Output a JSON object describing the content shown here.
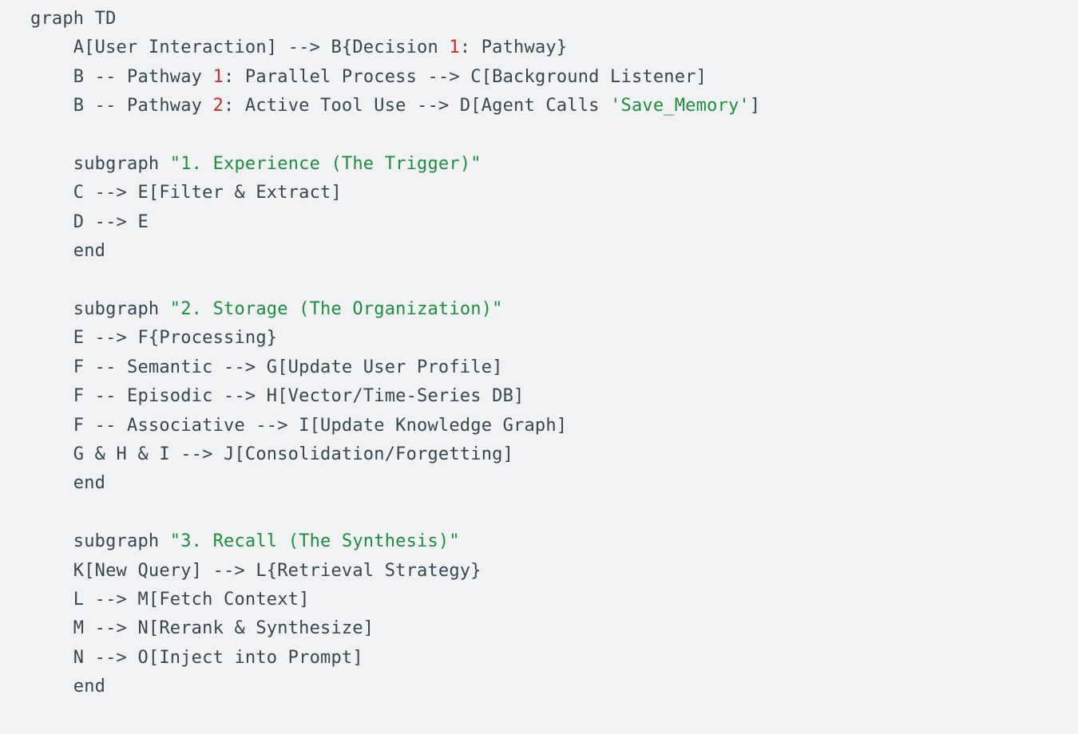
{
  "code": {
    "language": "mermaid",
    "colors": {
      "background": "#f0f2f4",
      "plain": "#37474f",
      "number": "#c5302b",
      "string": "#1e8e3e"
    },
    "lines": [
      [
        {
          "t": "graph TD",
          "s": "plain"
        }
      ],
      [
        {
          "t": "    A[User Interaction] --> B{Decision ",
          "s": "plain"
        },
        {
          "t": "1",
          "s": "number"
        },
        {
          "t": ": Pathway}",
          "s": "plain"
        }
      ],
      [
        {
          "t": "    B -- Pathway ",
          "s": "plain"
        },
        {
          "t": "1",
          "s": "number"
        },
        {
          "t": ": Parallel Process --> C[Background Listener]",
          "s": "plain"
        }
      ],
      [
        {
          "t": "    B -- Pathway ",
          "s": "plain"
        },
        {
          "t": "2",
          "s": "number"
        },
        {
          "t": ": Active Tool Use --> D[Agent Calls ",
          "s": "plain"
        },
        {
          "t": "'Save_Memory'",
          "s": "string"
        },
        {
          "t": "]",
          "s": "plain"
        }
      ],
      [],
      [
        {
          "t": "    subgraph ",
          "s": "plain"
        },
        {
          "t": "\"1. Experience (The Trigger)\"",
          "s": "string"
        }
      ],
      [
        {
          "t": "    C --> E[Filter & Extract]",
          "s": "plain"
        }
      ],
      [
        {
          "t": "    D --> E",
          "s": "plain"
        }
      ],
      [
        {
          "t": "    end",
          "s": "plain"
        }
      ],
      [],
      [
        {
          "t": "    subgraph ",
          "s": "plain"
        },
        {
          "t": "\"2. Storage (The Organization)\"",
          "s": "string"
        }
      ],
      [
        {
          "t": "    E --> F{Processing}",
          "s": "plain"
        }
      ],
      [
        {
          "t": "    F -- Semantic --> G[Update User Profile]",
          "s": "plain"
        }
      ],
      [
        {
          "t": "    F -- Episodic --> H[Vector/Time-Series DB]",
          "s": "plain"
        }
      ],
      [
        {
          "t": "    F -- Associative --> I[Update Knowledge Graph]",
          "s": "plain"
        }
      ],
      [
        {
          "t": "    G & H & I --> J[Consolidation/Forgetting]",
          "s": "plain"
        }
      ],
      [
        {
          "t": "    end",
          "s": "plain"
        }
      ],
      [],
      [
        {
          "t": "    subgraph ",
          "s": "plain"
        },
        {
          "t": "\"3. Recall (The Synthesis)\"",
          "s": "string"
        }
      ],
      [
        {
          "t": "    K[New Query] --> L{Retrieval Strategy}",
          "s": "plain"
        }
      ],
      [
        {
          "t": "    L --> M[Fetch Context]",
          "s": "plain"
        }
      ],
      [
        {
          "t": "    M --> N[Rerank & Synthesize]",
          "s": "plain"
        }
      ],
      [
        {
          "t": "    N --> O[Inject into Prompt]",
          "s": "plain"
        }
      ],
      [
        {
          "t": "    end",
          "s": "plain"
        }
      ]
    ]
  }
}
